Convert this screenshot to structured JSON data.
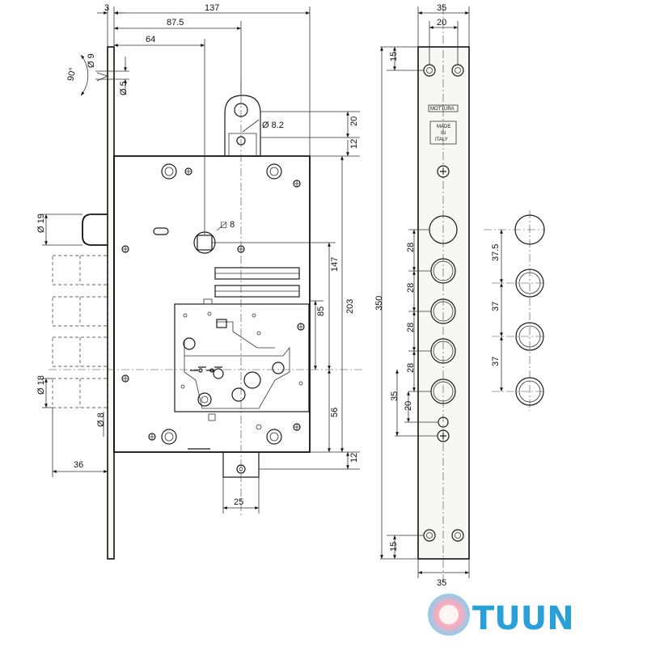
{
  "dimensions": {
    "top": {
      "d3": "3",
      "d137": "137",
      "d87_5": "87.5",
      "d64": "64"
    },
    "left": {
      "angle90": "90°",
      "dia9": "Ø 9",
      "dia5": "Ø 5",
      "dia19": "Ø 19",
      "dia18": "Ø 18",
      "dia8": "Ø 8",
      "d36": "36"
    },
    "body": {
      "dia8_2": "Ø 8.2",
      "d20": "20",
      "d12_top": "12",
      "square8": "◻ 8",
      "d147": "147",
      "d85": "85",
      "d203": "203",
      "d56": "56",
      "d12_bot": "12",
      "d25": "25"
    },
    "plate": {
      "d35_top": "35",
      "d20_top": "20",
      "d15_top": "15",
      "d350": "350",
      "d28a": "28",
      "d28b": "28",
      "d28c": "28",
      "d28d": "28",
      "d35_side": "35",
      "d20_side": "20",
      "d15_bot": "15",
      "d35_bot": "35"
    },
    "bolts": {
      "d37_5": "37.5",
      "d37a": "37",
      "d37b": "37"
    }
  },
  "stamp": {
    "brand": "MOTTURA",
    "line1": "MADE",
    "line2": "IN",
    "line3": "ITALY"
  },
  "watermark": {
    "text": "TUUN"
  }
}
